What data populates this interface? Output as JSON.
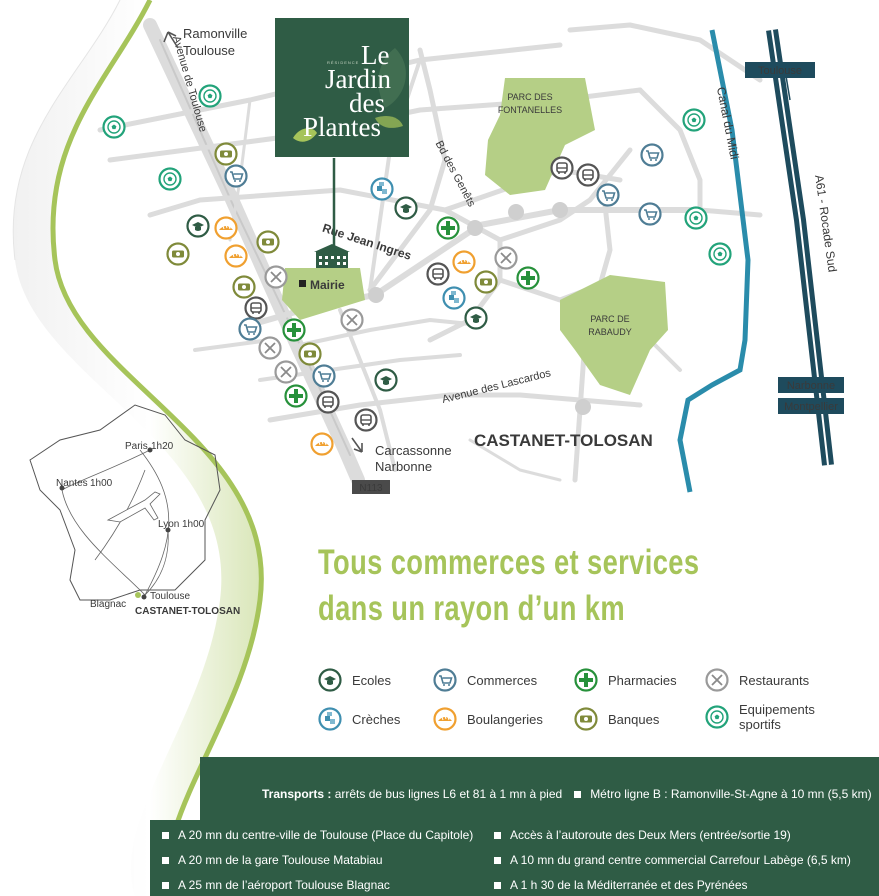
{
  "map": {
    "roads": {
      "avenue_toulouse": "Avenue de Toulouse",
      "rue_jean_ingres": "Rue Jean Ingres",
      "bd_genets": "Bd des Genêts",
      "avenue_lascardos": "Avenue des Lascardos",
      "n113": "N113",
      "a61": "A61 - Rocade Sud",
      "canal": "Canal du Midi"
    },
    "places": {
      "ramonville_l1": "Ramonville",
      "ramonville_l2": "Toulouse",
      "carcassonne": "Carcassonne",
      "narbonne_dir": "Narbonne",
      "mairie": "Mairie",
      "parc_fontanelles_l1": "PARC DES",
      "parc_fontanelles_l2": "FONTANELLES",
      "parc_rabaudy_l1": "PARC DE",
      "parc_rabaudy_l2": "RABAUDY",
      "castanet": "CASTANET-TOLOSAN"
    },
    "signs": {
      "toulouse": "Toulouse",
      "narbonne": "Narbonne",
      "montpellier": "Montpellier"
    },
    "colors": {
      "park": "#b5cf86",
      "road": "#dcdcdc",
      "canal": "#2a8cab",
      "autoroute": "#1e4b5d",
      "brand_green": "#2f5c45",
      "headline": "#a6c45a"
    }
  },
  "logo": {
    "small": "RÉSIDENCE",
    "l1": "Le",
    "l2": "Jardin",
    "l3": "des",
    "l4": "Plantes"
  },
  "inset": {
    "paris": "Paris",
    "paris_time": "1h20",
    "nantes": "Nantes",
    "nantes_time": "1h00",
    "lyon": "Lyon",
    "lyon_time": "1h00",
    "toulouse": "Toulouse",
    "blagnac": "Blagnac",
    "castanet": "CASTANET-TOLOSAN"
  },
  "headline": {
    "line1": "Tous commerces et services",
    "line2": "dans un rayon d’un km"
  },
  "legend": [
    {
      "label": "Ecoles",
      "icon": "school-icon",
      "color": "#2f5c45"
    },
    {
      "label": "Commerces",
      "icon": "cart-icon",
      "color": "#4f7d95"
    },
    {
      "label": "Pharmacies",
      "icon": "pharmacy-icon",
      "color": "#27913b"
    },
    {
      "label": "Restaurants",
      "icon": "restaurant-icon",
      "color": "#9a9a9a"
    },
    {
      "label": "Crèches",
      "icon": "creche-icon",
      "color": "#3f8fb0"
    },
    {
      "label": "Boulangeries",
      "icon": "bakery-icon",
      "color": "#f0a030"
    },
    {
      "label": "Banques",
      "icon": "bank-icon",
      "color": "#7f8a3a"
    },
    {
      "label": "Equipements\nsportifs",
      "icon": "sports-icon",
      "color": "#22a37a"
    }
  ],
  "footer": {
    "transport_label": "Transports :",
    "transport_text": "arrêts de bus lignes L6 et 81 à 1 mn à pied",
    "metro": "Métro ligne B : Ramonville-St-Agne à 10 mn (5,5 km)",
    "left_items": [
      "A 20 mn du centre-ville de Toulouse (Place du Capitole)",
      "A 20 mn de la gare Toulouse Matabiau",
      "A 25 mn de l’aéroport Toulouse Blagnac"
    ],
    "right_items": [
      "Accès à l’autoroute des Deux Mers (entrée/sortie 19)",
      "A 10 mn du grand centre commercial Carrefour  Labège (6,5 km)",
      "A 1 h 30 de la Méditerranée et des Pyrénées"
    ]
  }
}
